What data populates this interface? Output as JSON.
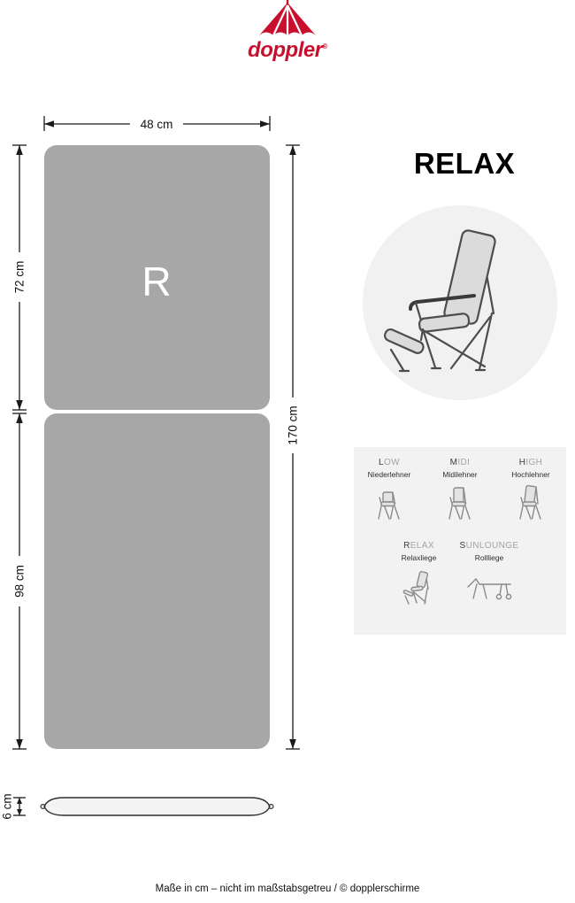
{
  "brand": {
    "logo_text": "doppler",
    "reg_mark": "®",
    "brand_color": "#c8102e"
  },
  "title": "RELAX",
  "diagram": {
    "letter": "R",
    "cushion_color": "#a7a7a7",
    "dims": {
      "width": "48 cm",
      "top_height": "72 cm",
      "bottom_height": "98 cm",
      "total_height": "170 cm",
      "thickness": "6 cm"
    }
  },
  "variants": {
    "row1": [
      {
        "label_first": "L",
        "label_rest": "OW",
        "sublabel": "Niederlehner"
      },
      {
        "label_first": "M",
        "label_rest": "IDI",
        "sublabel": "Midilehner"
      },
      {
        "label_first": "H",
        "label_rest": "IGH",
        "sublabel": "Hochlehner"
      }
    ],
    "row2": [
      {
        "label_first": "R",
        "label_rest": "ELAX",
        "sublabel": "Relaxliege"
      },
      {
        "label_first": "S",
        "label_rest": "UNLOUNGE",
        "sublabel": "Rollliege"
      }
    ]
  },
  "footer": "Maße in cm – nicht im maßstabsgetreu / © dopplerschirme"
}
